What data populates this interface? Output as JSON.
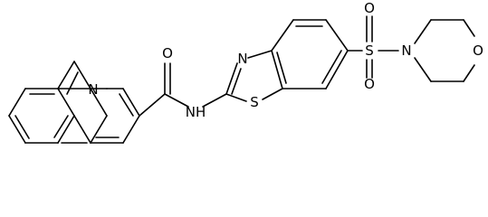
{
  "molecule": {
    "atoms": {
      "quinoline_n": "N",
      "carbonyl_o": "O",
      "amide_nh": "NH",
      "thiazole_n": "N",
      "thiazole_s": "S",
      "sulfonyl_s": "S",
      "sulfonyl_o_top": "O",
      "sulfonyl_o_bottom": "O",
      "morpholine_n": "N",
      "morpholine_o": "O"
    }
  }
}
